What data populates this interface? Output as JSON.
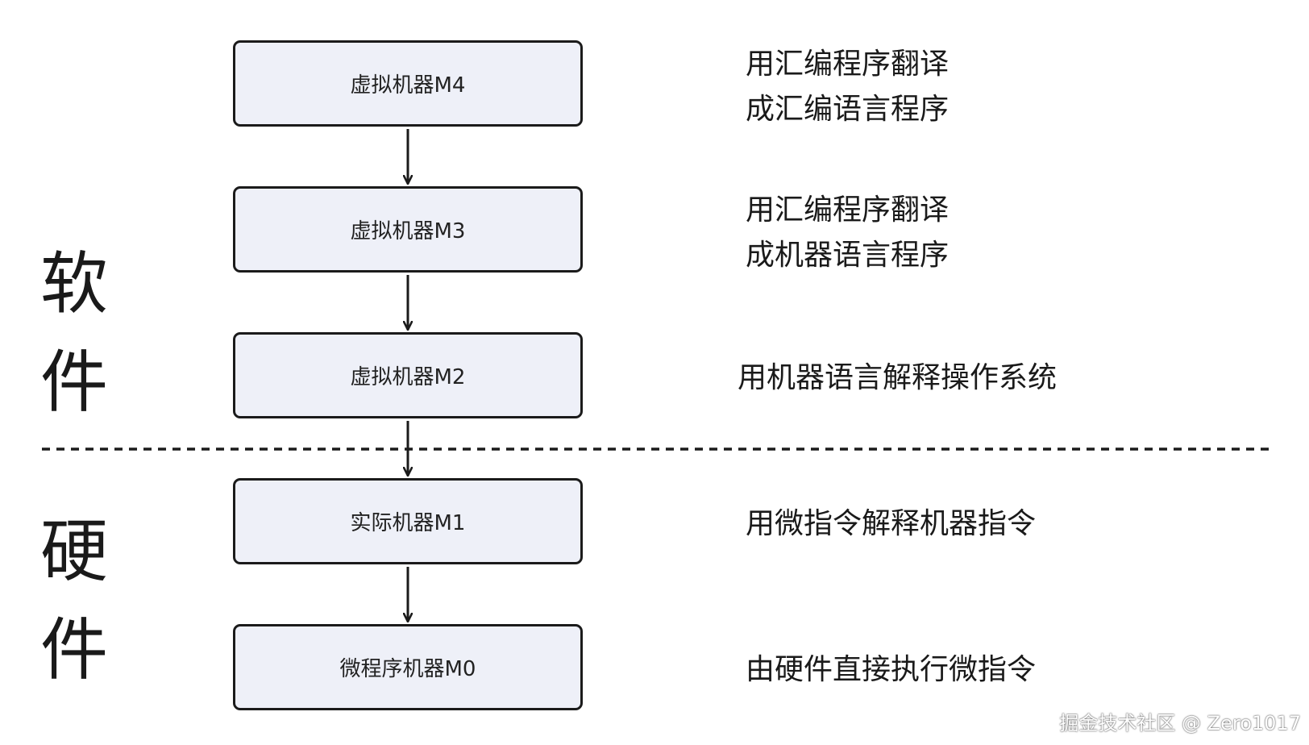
{
  "boxes": {
    "m4": "虚拟机器M4",
    "m3": "虚拟机器M3",
    "m2": "虚拟机器M2",
    "m1": "实际机器M1",
    "m0": "微程序机器M0"
  },
  "descriptions": {
    "m4_line1": "用汇编程序翻译",
    "m4_line2": "成汇编语言程序",
    "m3_line1": "用汇编程序翻译",
    "m3_line2": "成机器语言程序",
    "m2": "用机器语言解释操作系统",
    "m1": "用微指令解释机器指令",
    "m0": "由硬件直接执行微指令"
  },
  "sections": {
    "software_char1": "软",
    "software_char2": "件",
    "hardware_char1": "硬",
    "hardware_char2": "件"
  },
  "watermark": "掘金技术社区 @ Zero1017",
  "colors": {
    "box_fill": "#eef0f8",
    "stroke": "#1b1b1b"
  }
}
